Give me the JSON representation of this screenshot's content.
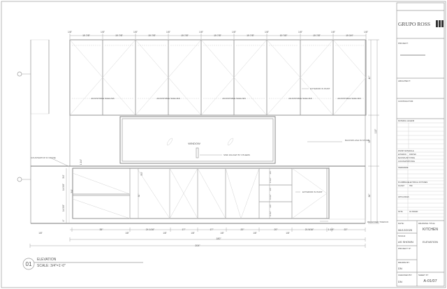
{
  "drawing": {
    "top_dims": [
      "1/8\"",
      "19 7/8\"",
      "1/8\"",
      "19 7/8\"",
      "1/8\"",
      "19 7/8\"",
      "1/8\"",
      "19 7/8\"",
      "1/8\"",
      "19 7/8\"",
      "1/8\"",
      "19 7/8\"",
      "1/8\"",
      "19 7/8\"",
      "1/8\"",
      "19 7/8\"",
      "1/8\"",
      "19 3/4\"",
      "1/8\""
    ],
    "upper_labels": [
      "ADJUSTABLE SHELVES",
      "ADJUSTABLE SHELVES",
      "ADJUSTABLE SHELVES",
      "ADJUSTABLE SHELVES",
      "ADJUSTABLE SHELVES"
    ],
    "exterior_upper": "EXTERIOR IN PAINT",
    "window": "WINDOW",
    "sink_faucet": "SINK FAUCET BY OTHERS",
    "backsplash": "BACKSPLASH IN STONE",
    "countertop": "COUNTERTOP IN STONE",
    "exterior_lower": "EXTERIOR IN PAINT",
    "toekick": "RECESSED TOEKICK",
    "left_vert_dims": [
      "1 1/4\"",
      "3/4\"",
      "14 5/8\"",
      "3/4\"",
      "14 5/8\"",
      "4\""
    ],
    "base_dims": [
      "3/4\"",
      "30\""
    ],
    "drawer_dims": [
      "3/4\"",
      "9 1/2\"",
      "3/4\"",
      "9 1/2\"",
      "3/4\"",
      "9 1/2\""
    ],
    "right_dims": [
      "40\"",
      "30\"",
      "36\"",
      "113\""
    ],
    "bottom_dims": [
      "35\"",
      "24 1/16\"",
      "17\"",
      "17\"",
      "20\"",
      "20\"",
      "21 5/16\"",
      "1 1/4\"",
      "22\""
    ],
    "bottom_gaps": [
      "1/8\"",
      "1/8\"",
      "1/8\"",
      "1/8\"",
      "1/8\"",
      "1/8\"",
      "1/8\""
    ],
    "overall_inner": "180\"",
    "overall": "204\"",
    "callout_number": "01",
    "callout_title": "ELEVATION",
    "callout_scale": "SCALE: 3/4\"=1'-0\""
  },
  "title_block": {
    "brand": "GRUPO ROSS",
    "project_label": "PROJECT:",
    "architect_label": "ARCHITECT:",
    "contractor_label": "CONTRACTOR:",
    "material_legend": "MATERIAL LEGEND",
    "finish_schedule": "FINISH SCHEDULE",
    "finishes": [
      [
        "EXTERIOR",
        "PAINTED"
      ],
      [
        "BACKSPLASH",
        "STONE"
      ],
      [
        "COUNTERTOP",
        "STONE"
      ]
    ],
    "hardware": "HARDWARE",
    "plumbing": "PLUMBING/ELECTRICAL FIXTURES",
    "faucet": [
      "FAUCET",
      "TBD"
    ],
    "appliances": "APPLIANCES",
    "note": [
      "NOTE",
      "AS ISSUED"
    ],
    "date_label": "DATE:",
    "date": "06/12/2025",
    "drawing_title_label": "DRAWING TITLE:",
    "drawing_title_1": "KITCHEN",
    "drawing_title_2": "ELEVATION",
    "scale_label": "SCALE:",
    "scale": "AS SHOWN",
    "project_no_label": "PROJECT N°:",
    "drawn_by_label": "DRAWN BY:",
    "drawn_by": "DN",
    "checked_by_label": "CHECKED BY:",
    "checked_by": "DN",
    "sheet_label": "SHEET N°:",
    "sheet": "A-01/07"
  }
}
